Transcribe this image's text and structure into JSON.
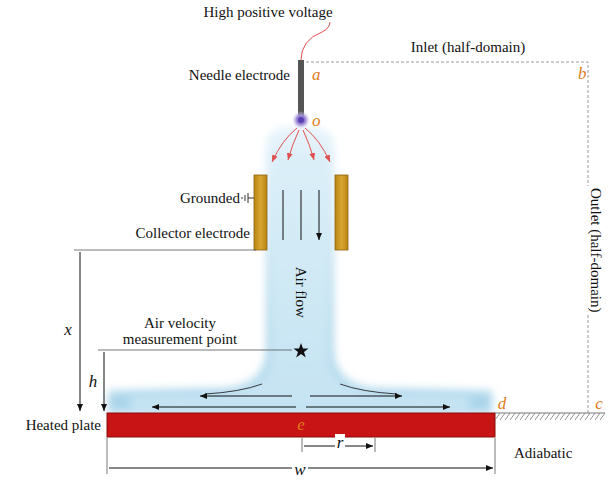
{
  "diagram": {
    "labels": [
      "High positive voltage",
      "Needle electrode",
      "a",
      "Inlet (half-domain)",
      "b",
      "o",
      "Outlet (half-domain)",
      "Grounded",
      "Collector electrode",
      "x",
      "Air velocity measurement point",
      "h",
      "Air flow",
      "Heated plate",
      "e",
      "d",
      "c",
      "r",
      "Adiabatic",
      "w"
    ]
  }
}
